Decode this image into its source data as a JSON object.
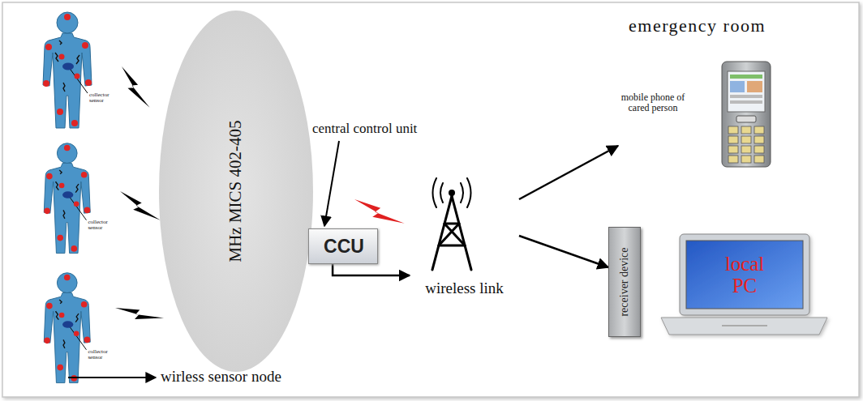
{
  "diagram": {
    "title": "emergency room",
    "nodes": [
      {
        "text": [
          "MHz MICS 402-405"
        ]
      },
      {
        "text": [
          "CCU"
        ]
      },
      {
        "text": [
          "wireless link"
        ]
      },
      {
        "text": [
          "mobile phone of cared person"
        ]
      },
      {
        "text": [
          "receiver device"
        ]
      },
      {
        "text": [
          "local PC"
        ]
      }
    ],
    "edges": [
      {
        "from": 1,
        "to": 2,
        "arrow": "to"
      },
      {
        "from": 2,
        "to": 3,
        "arrow": "to"
      },
      {
        "from": 2,
        "to": 4,
        "arrow": "to"
      }
    ],
    "labels": [
      "central control unit",
      "collector sensor",
      "collector sensor",
      "collector sensor",
      "wirless sensor node"
    ]
  }
}
